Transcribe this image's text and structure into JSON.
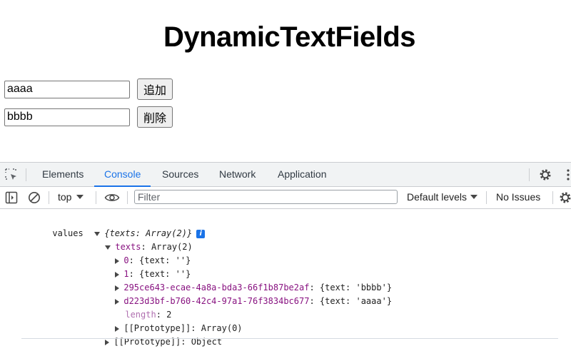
{
  "app": {
    "title": "DynamicTextFields",
    "rows": [
      {
        "value": "aaaa",
        "button": "追加"
      },
      {
        "value": "bbbb",
        "button": "削除"
      }
    ]
  },
  "devtools": {
    "tabs": [
      "Elements",
      "Console",
      "Sources",
      "Network",
      "Application"
    ],
    "active_tab": "Console",
    "toolbar": {
      "context": "top",
      "filter_placeholder": "Filter",
      "levels": "Default levels",
      "issues": "No Issues"
    },
    "console": {
      "label": "values",
      "summary": "{texts: Array(2)}",
      "info": "i",
      "texts_key": "texts",
      "texts_type": "Array(2)",
      "item0_key": "0",
      "item0_val": "{text: ''}",
      "item1_key": "1",
      "item1_val": "{text: ''}",
      "uuid1_key": "295ce643-ecae-4a8a-bda3-66f1b87be2af",
      "uuid1_val": "{text: 'bbbb'}",
      "uuid2_key": "d223d3bf-b760-42c4-97a1-76f3834bc677",
      "uuid2_val": "{text: 'aaaa'}",
      "length_key": "length",
      "length_val": "2",
      "proto_inner": "[[Prototype]]",
      "proto_inner_val": "Array(0)",
      "proto_outer": "[[Prototype]]",
      "proto_outer_val": "Object"
    }
  },
  "colors": {
    "accent": "#1a73e8",
    "property_key": "#881280"
  }
}
